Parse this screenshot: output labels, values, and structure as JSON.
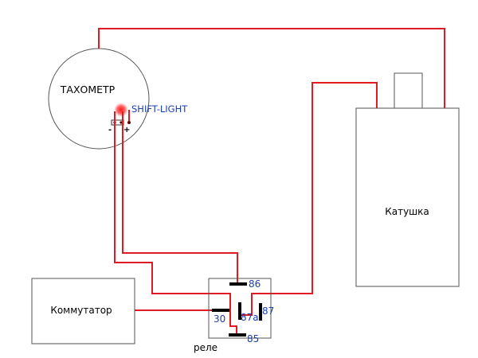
{
  "diagram": {
    "components": {
      "tachometer": {
        "label": "ТАХОМЕТР"
      },
      "shift_light": {
        "label": "SHIFT-LIGHT"
      },
      "terminal_minus": {
        "label": "-"
      },
      "terminal_plus": {
        "label": "+"
      },
      "coil": {
        "label": "Катушка"
      },
      "commutator": {
        "label": "Коммутатор"
      },
      "relay": {
        "label": "реле",
        "pins": {
          "p86": "86",
          "p30": "30",
          "p87a": "87a",
          "p87": "87",
          "p85": "85"
        }
      }
    },
    "colors": {
      "wire": "#e01b24",
      "outline": "#555555",
      "pin_bar": "#000000",
      "pin_label": "#1a3fb0",
      "shift_light_glow": "#ff2a2a",
      "text": "#000000"
    }
  }
}
